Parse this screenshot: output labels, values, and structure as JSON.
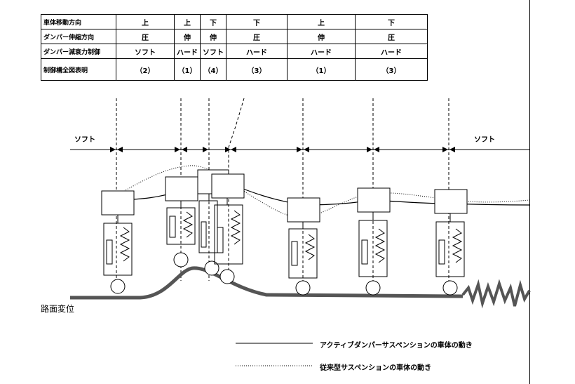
{
  "table": {
    "headers": [
      "車体移動方向",
      "ダンパー伸縮方向",
      "ダンパー減衰力制御",
      "制御構全図表明"
    ],
    "columns": [
      {
        "move": "上",
        "stroke": "圧",
        "damping": "ソフト",
        "fig": "（2）"
      },
      {
        "move": "上",
        "stroke": "伸",
        "damping": "ハード",
        "fig": "（1）"
      },
      {
        "move": "下",
        "stroke": "伸",
        "damping": "ソフト",
        "fig": "（4）"
      },
      {
        "move": "下",
        "stroke": "圧",
        "damping": "ハード",
        "fig": "（3）"
      },
      {
        "move": "上",
        "stroke": "伸",
        "damping": "ハード",
        "fig": "（1）"
      },
      {
        "move": "下",
        "stroke": "圧",
        "damping": "ハード",
        "fig": "（3）"
      }
    ]
  },
  "labels": {
    "soft_left": "ソフト",
    "soft_right": "ソフト",
    "road": "路面変位"
  },
  "legend": {
    "solid": "アクティブダンパーサスペンションの車体の動き",
    "dotted": "従来型サスペンションの車体の動き"
  }
}
